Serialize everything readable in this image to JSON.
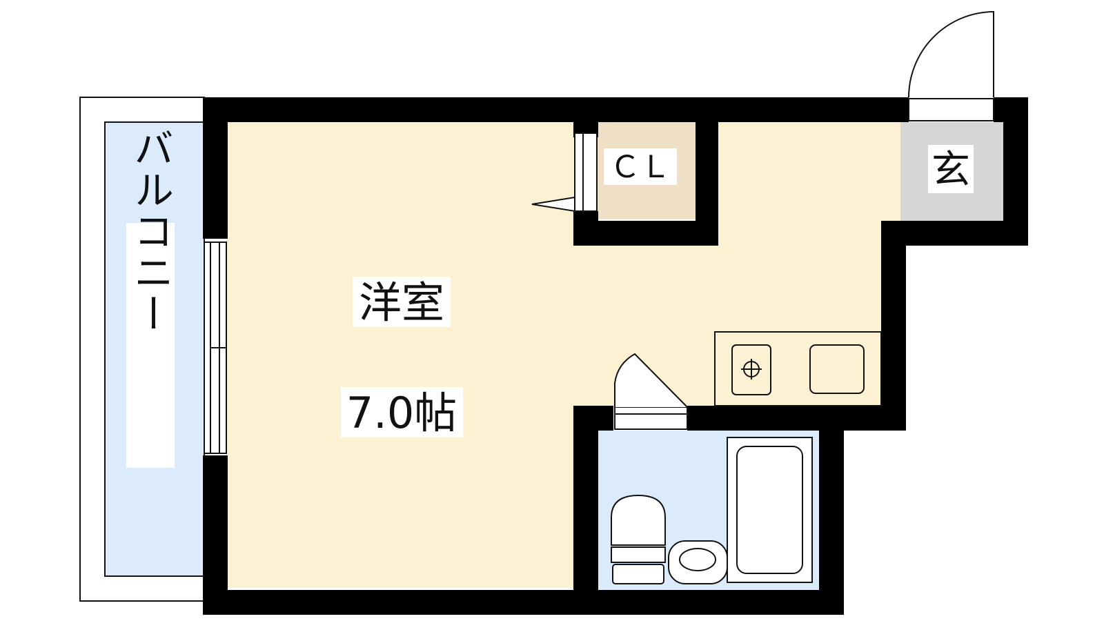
{
  "rooms": {
    "balcony": {
      "label": "バルコニー",
      "fill": "#dcebfc"
    },
    "western_room": {
      "label": "洋室",
      "size": "7.0帖",
      "fill": "#fdf1d3"
    },
    "closet": {
      "label": "ＣＬ",
      "fill": "#efdfc6"
    },
    "entrance": {
      "label": "玄",
      "fill": "#d6d6d6"
    },
    "bathroom": {
      "fill": "#dcebfc"
    }
  },
  "colors": {
    "wall": "#000000",
    "fixture_stroke": "#111111",
    "label_bg": "#ffffff"
  },
  "icons": {
    "stove": "gas-burner-icon",
    "sink": "kitchen-sink-icon",
    "toilet": "toilet-icon",
    "washbasin": "washbasin-icon",
    "bathtub": "bathtub-icon",
    "door_swing": "door-swing-icon"
  }
}
